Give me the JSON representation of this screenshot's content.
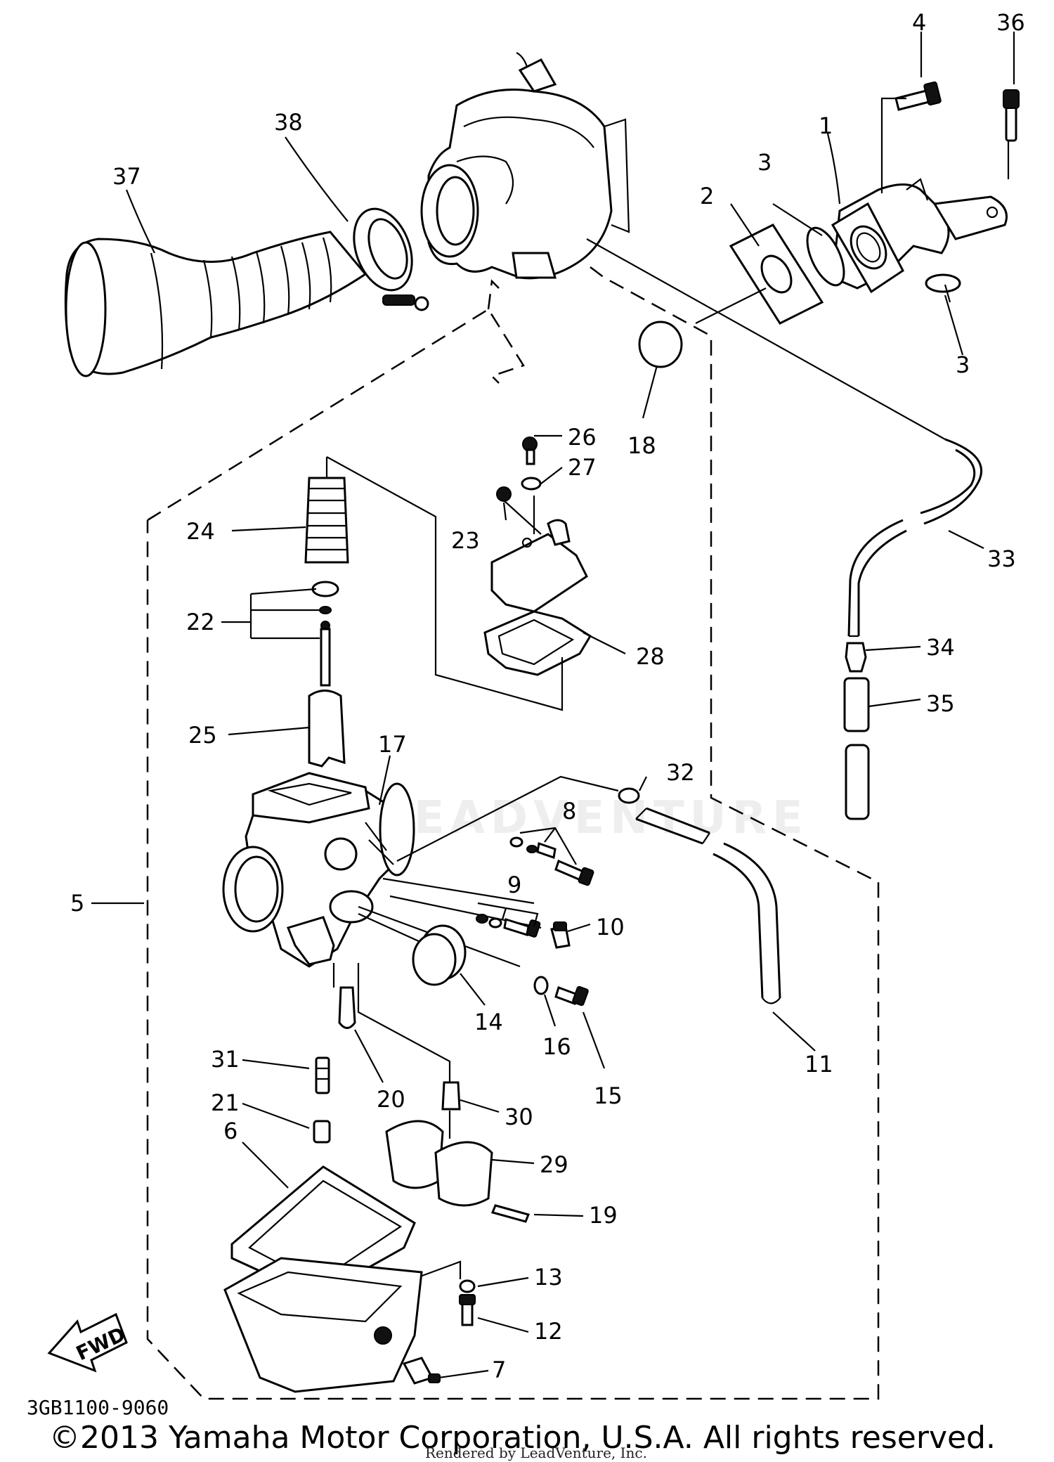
{
  "diagram": {
    "drawing_code": "3GB1100-9060",
    "copyright": "©2013 Yamaha Motor Corporation, U.S.A. All rights reserved.",
    "rendered_by": "Rendered by LeadVenture, Inc.",
    "watermark": "LEADVENTURE",
    "fwd_label": "FWD",
    "callouts": [
      "1",
      "2",
      "3",
      "3",
      "4",
      "5",
      "6",
      "7",
      "8",
      "9",
      "10",
      "11",
      "12",
      "13",
      "14",
      "15",
      "16",
      "17",
      "18",
      "19",
      "20",
      "21",
      "22",
      "23",
      "24",
      "25",
      "26",
      "27",
      "28",
      "29",
      "30",
      "31",
      "32",
      "33",
      "34",
      "35",
      "36",
      "37",
      "38"
    ]
  }
}
